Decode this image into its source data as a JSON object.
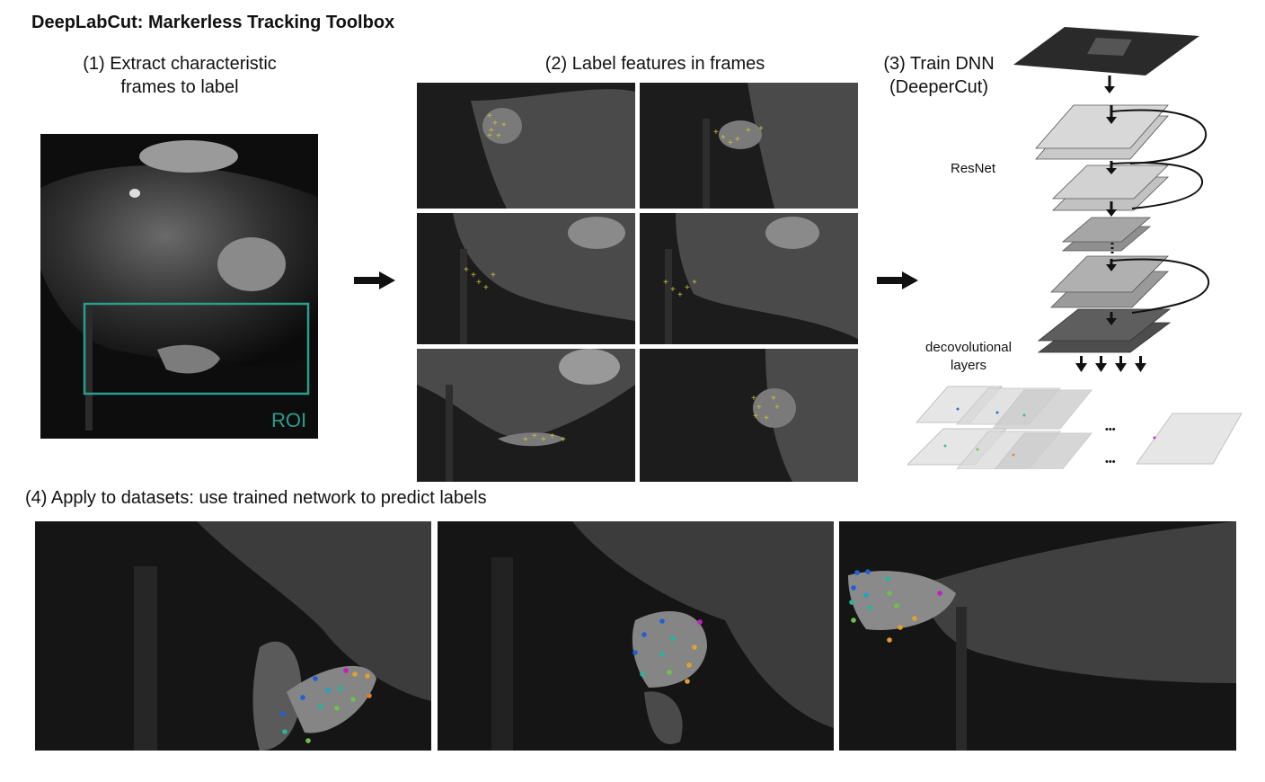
{
  "figure": {
    "title": "DeepLabCut: Markerless Tracking Toolbox",
    "step1": {
      "line1": "(1) Extract characteristic",
      "line2": "frames to label",
      "roi_label": "ROI"
    },
    "step2": {
      "label": "(2) Label features in frames"
    },
    "step3": {
      "line1": "(3) Train DNN",
      "line2": "(DeeperCut)",
      "resnet_label": "ResNet",
      "deconv_line1": "decovolutional",
      "deconv_line2": "layers",
      "ellipsis": "•••"
    },
    "step4": {
      "label": "(4) Apply to datasets: use trained network to predict labels"
    }
  },
  "colors": {
    "roi": "#2a9d8f",
    "label_marker": "#c8c43a",
    "keypoints": [
      "#1f5fd6",
      "#1fa3c7",
      "#2bb39a",
      "#6cc24a",
      "#e0a030",
      "#e07d2a",
      "#c020c0"
    ]
  },
  "icons": [
    "right-arrow-icon",
    "down-arrow-icon",
    "loop-arrow-icon"
  ]
}
